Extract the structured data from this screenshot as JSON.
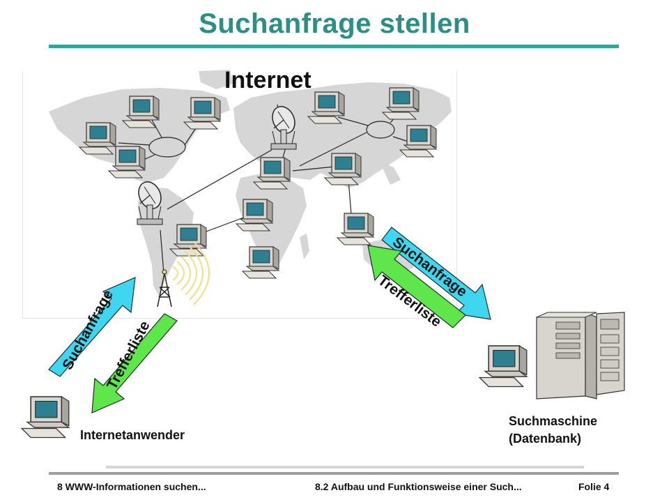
{
  "slide": {
    "title": "Suchanfrage stellen",
    "internet_label": "Internet",
    "user_label": "Internetanwender",
    "engine_label_line1": "Suchmaschine",
    "engine_label_line2": "(Datenbank)"
  },
  "arrows": {
    "left_up": "Suchanfrage",
    "left_down": "Trefferliste",
    "right_down": "Suchanfrage",
    "right_up": "Trefferliste"
  },
  "footer": {
    "left": "8 WWW-Informationen suchen...",
    "middle": "8.2 Aufbau und Funktionsweise einer Such...",
    "right": "Folie 4"
  },
  "colors": {
    "title": "#2a8f84",
    "rule": "#2fa59a",
    "arrow_cyan": "#3fd6f0",
    "arrow_green": "#5fe64a",
    "map_land": "#d4d4d4"
  }
}
